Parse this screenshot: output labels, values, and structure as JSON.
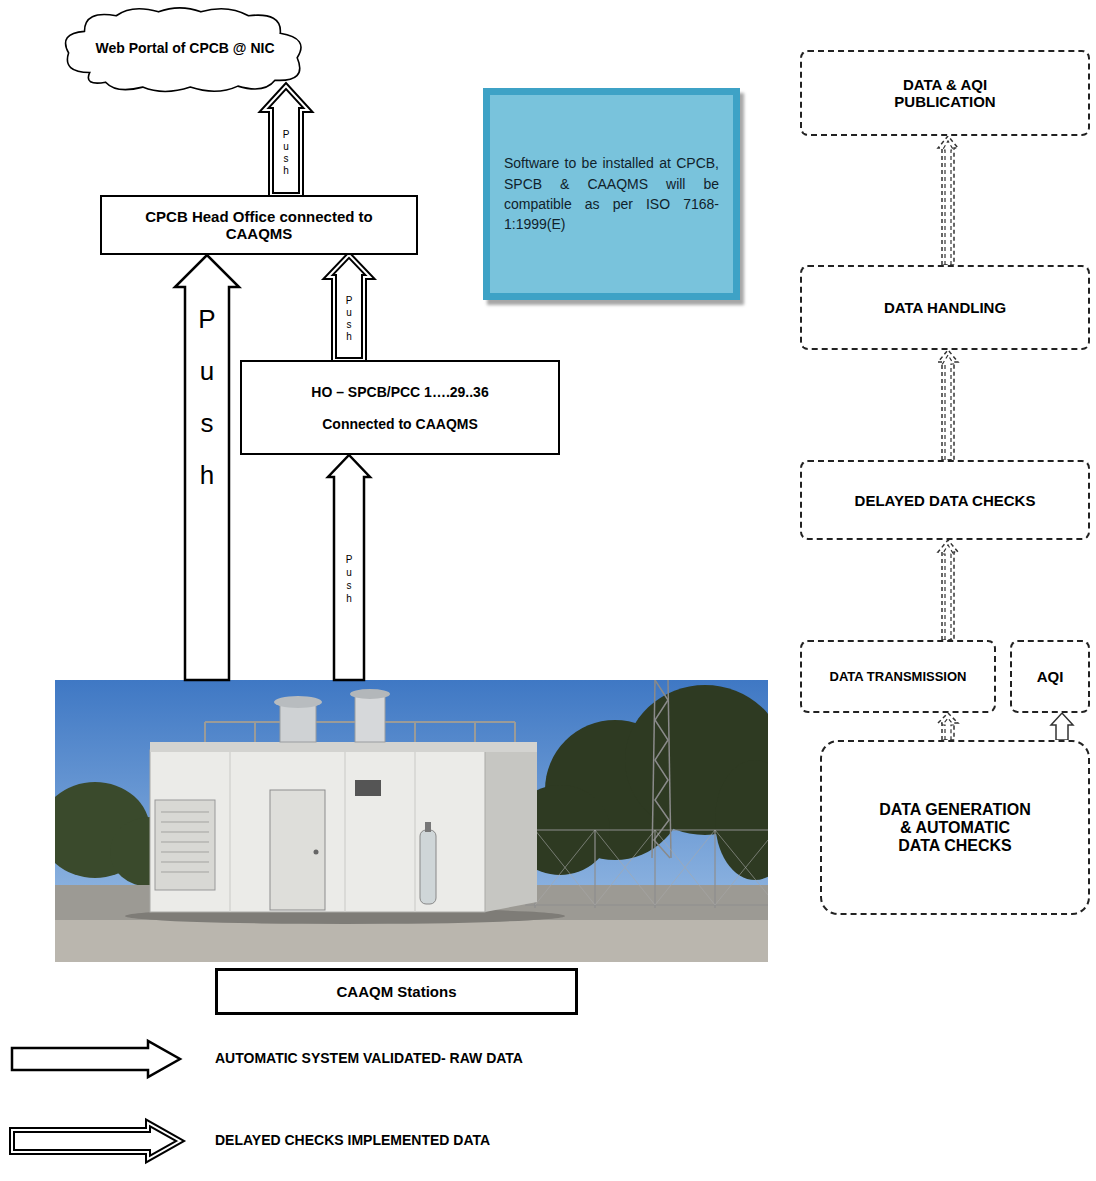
{
  "diagram": {
    "nodes": [
      {
        "text": [
          "Web Portal of CPCB @ NIC"
        ]
      },
      {
        "text": [
          "CPCB Head Office connected to CAAQMS"
        ]
      },
      {
        "text": [
          "Software to be installed at CPCB, SPCB & CAAQMS will be compatible as per ISO 7168-1:1999(E)"
        ]
      },
      {
        "text": [
          "HO – SPCB/PCC 1….29..36",
          "Connected to CAAQMS"
        ]
      },
      {
        "text": [
          "CAAQM Stations"
        ]
      },
      {
        "text": [
          "DATA & AQI PUBLICATION"
        ]
      },
      {
        "text": [
          "DATA HANDLING"
        ]
      },
      {
        "text": [
          "DELAYED DATA CHECKS"
        ]
      },
      {
        "text": [
          "DATA TRANSMISSION"
        ]
      },
      {
        "text": [
          "AQI"
        ]
      },
      {
        "text": [
          "DATA GENERATION & AUTOMATIC DATA CHECKS"
        ]
      }
    ],
    "edges": [
      {
        "from": 4,
        "to": 1,
        "arrow": "to",
        "label": "Push"
      },
      {
        "from": 4,
        "to": 3,
        "arrow": "to",
        "label": "Push"
      },
      {
        "from": 3,
        "to": 1,
        "arrow": "to",
        "label": "Push"
      },
      {
        "from": 1,
        "to": 0,
        "arrow": "to",
        "label": "Push"
      },
      {
        "from": 10,
        "to": 8,
        "arrow": "to"
      },
      {
        "from": 8,
        "to": 7,
        "arrow": "to"
      },
      {
        "from": 7,
        "to": 6,
        "arrow": "to"
      },
      {
        "from": 6,
        "to": 5,
        "arrow": "to"
      },
      {
        "from": 10,
        "to": 9,
        "arrow": "to"
      }
    ],
    "legend": [
      {
        "text": "AUTOMATIC SYSTEM VALIDATED- RAW DATA"
      },
      {
        "text": "DELAYED CHECKS IMPLEMENTED DATA"
      }
    ]
  }
}
